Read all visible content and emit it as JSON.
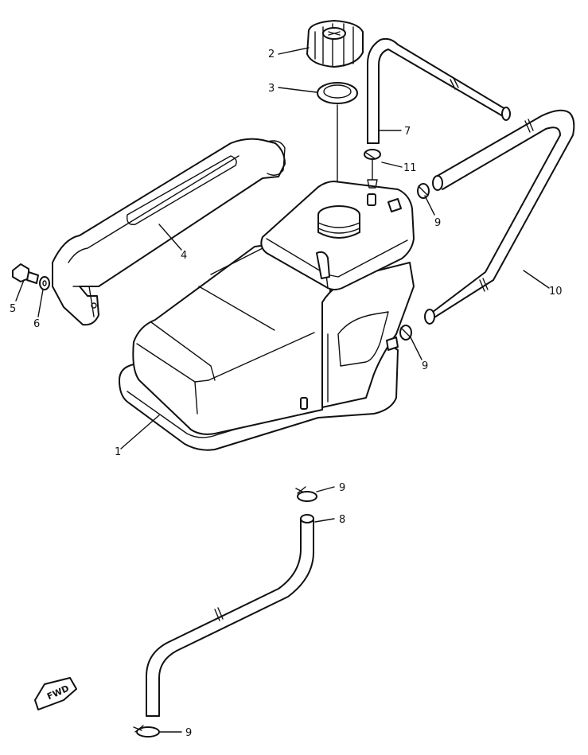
{
  "callouts": {
    "c1": "1",
    "c2": "2",
    "c3": "3",
    "c4": "4",
    "c5": "5",
    "c6": "6",
    "c7": "7",
    "c8": "8",
    "c9a": "9",
    "c9b": "9",
    "c9c": "9",
    "c9d": "9",
    "c10": "10",
    "c11": "11"
  },
  "direction_badge": "FWD",
  "colors": {
    "line": "#111111",
    "background": "#ffffff"
  }
}
